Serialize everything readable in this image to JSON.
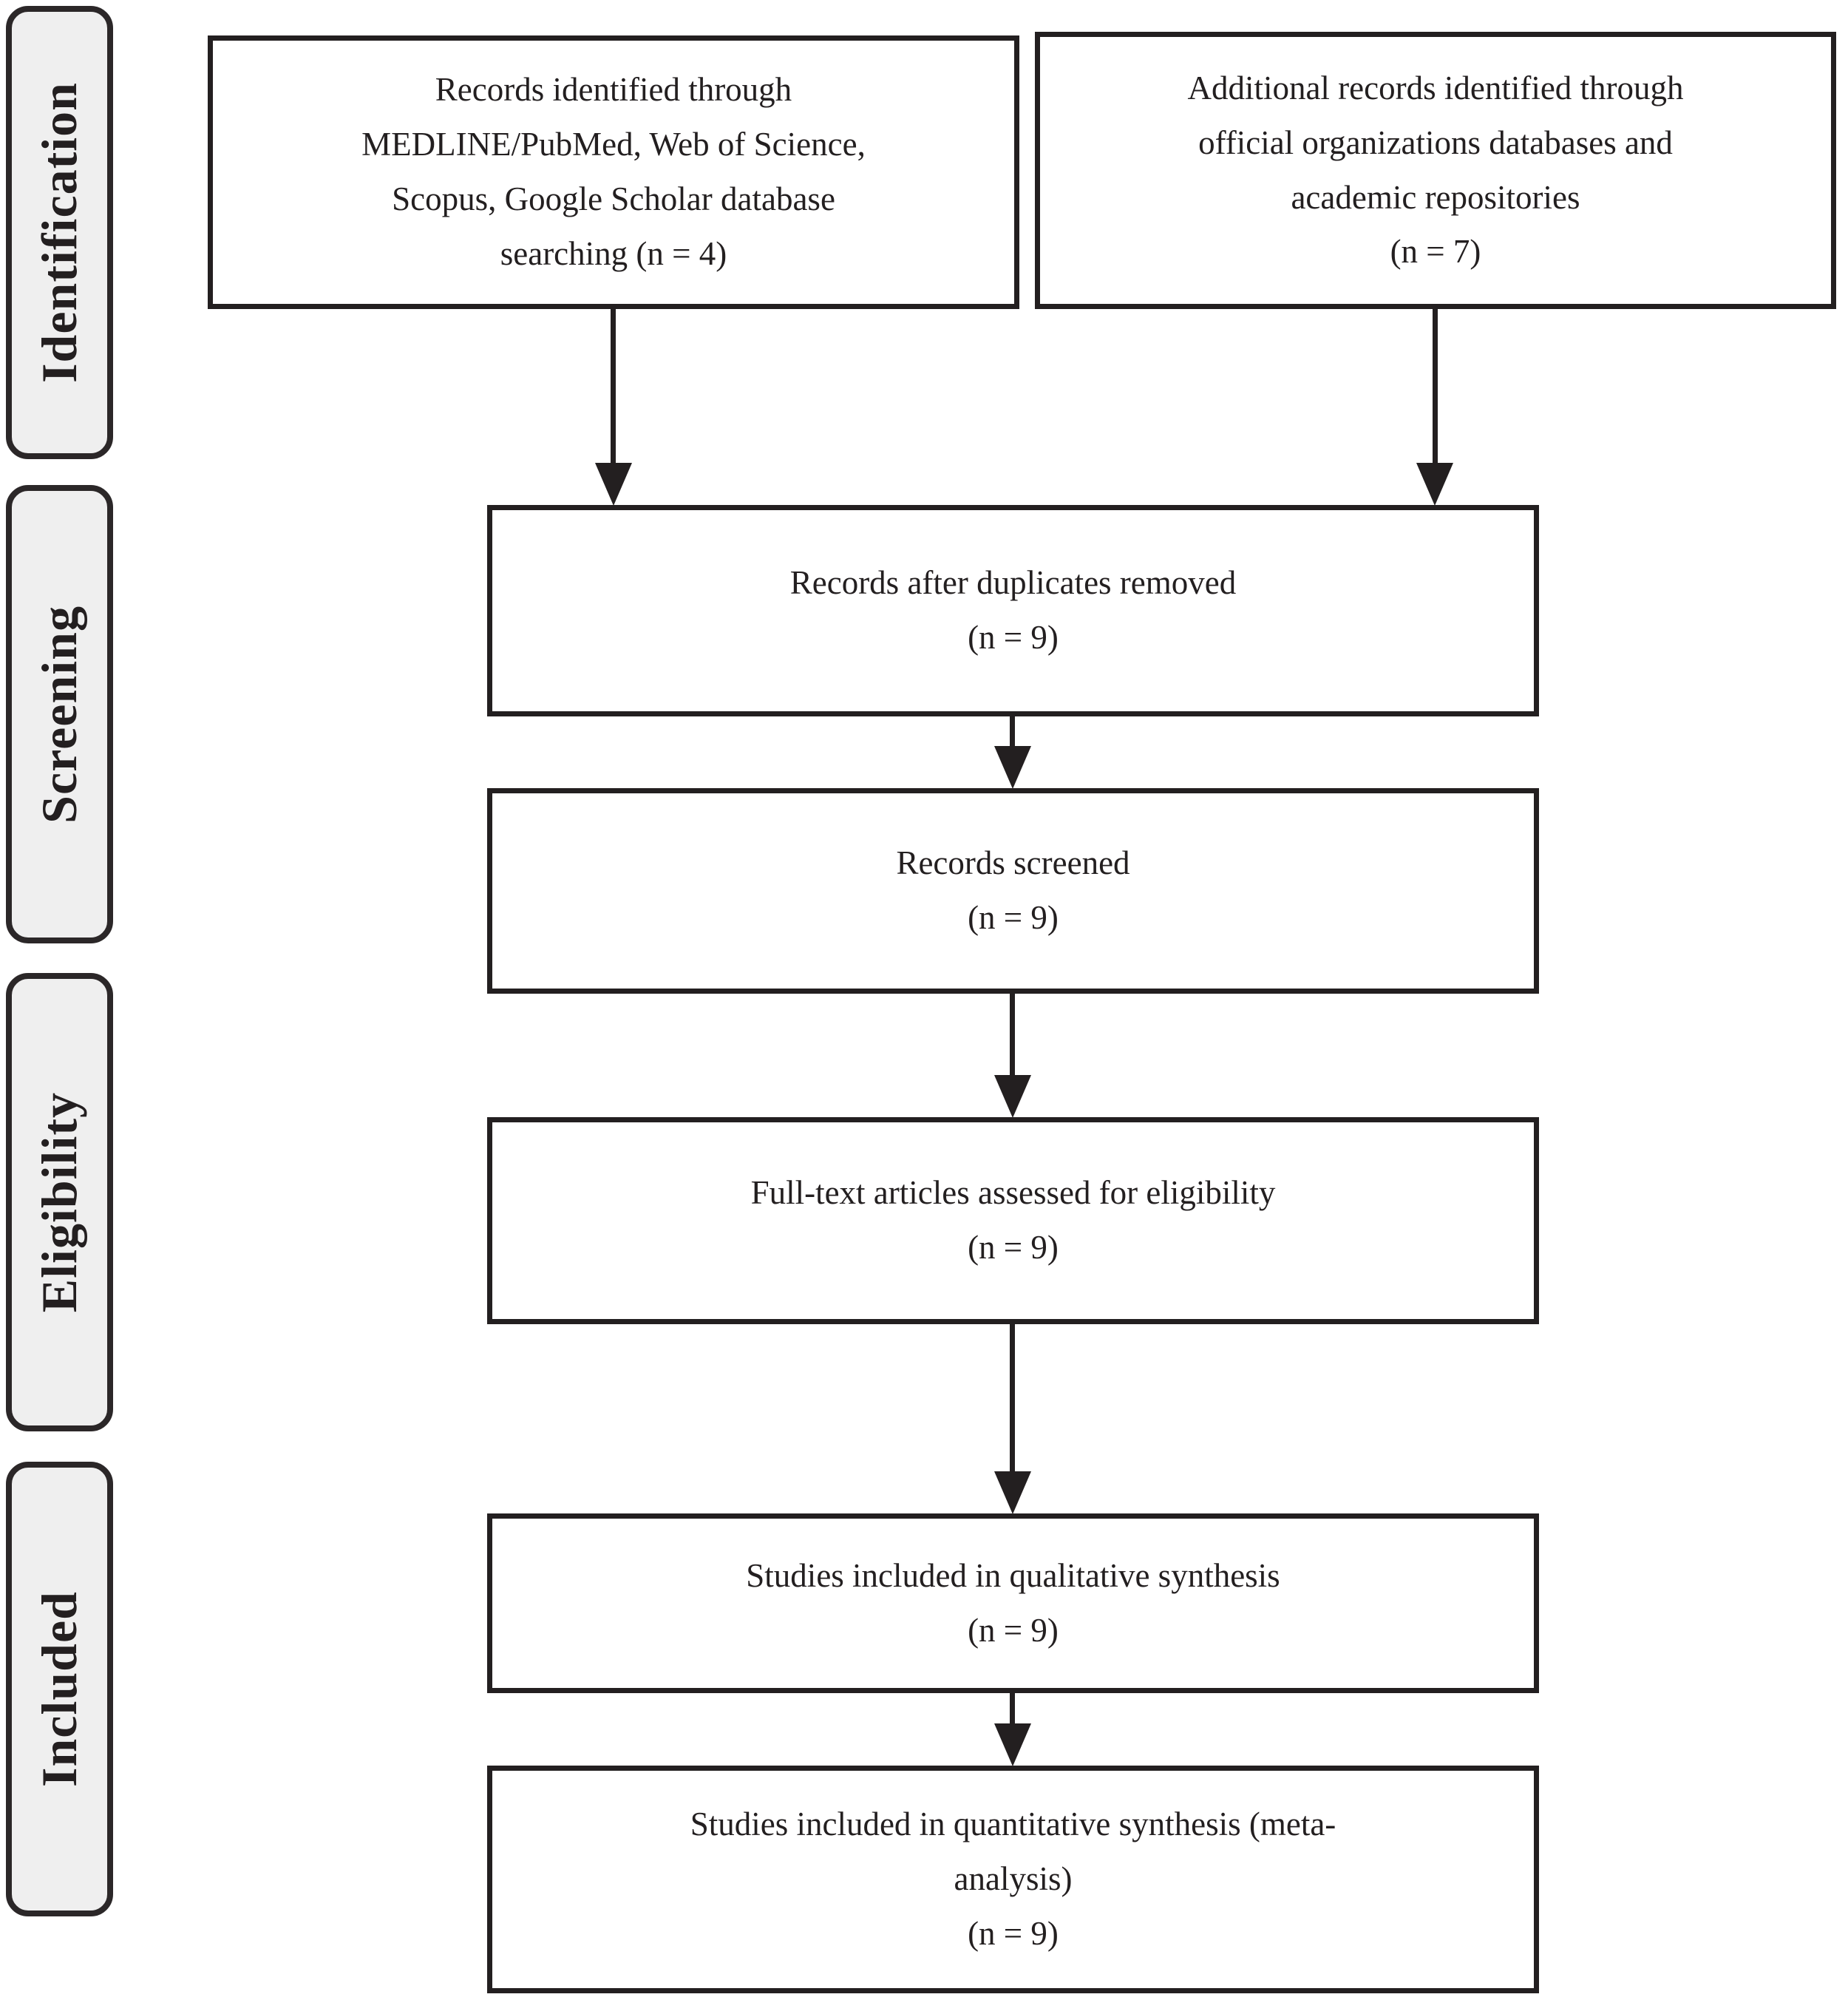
{
  "stages": {
    "identification": {
      "label": "Identification"
    },
    "screening": {
      "label": "Screening"
    },
    "eligibility": {
      "label": "Eligibility"
    },
    "included": {
      "label": "Included"
    }
  },
  "boxes": {
    "records_identified": {
      "n": 4,
      "lines": [
        "Records identified through",
        "MEDLINE/PubMed, Web of Science,",
        "Scopus, Google Scholar database",
        "searching (n = 4)"
      ]
    },
    "additional_records": {
      "n": 7,
      "lines": [
        "Additional records identified through",
        "official organizations databases and",
        "academic repositories",
        "(n = 7)"
      ]
    },
    "duplicates_removed": {
      "n": 9,
      "lines": [
        "Records after duplicates removed",
        "(n = 9)"
      ]
    },
    "records_screened": {
      "n": 9,
      "lines": [
        "Records screened",
        "(n = 9)"
      ]
    },
    "fulltext_assessed": {
      "n": 9,
      "lines": [
        "Full-text articles assessed for eligibility",
        "(n = 9)"
      ]
    },
    "qualitative_synthesis": {
      "n": 9,
      "lines": [
        "Studies included in qualitative synthesis",
        "(n = 9)"
      ]
    },
    "quantitative_synthesis": {
      "n": 9,
      "lines": [
        "Studies included in quantitative synthesis (meta-",
        "analysis)",
        "(n = 9)"
      ]
    }
  },
  "colors": {
    "ink": "#231f20",
    "stage_fill": "#efefef",
    "stage_border": "#2b2728",
    "box_fill": "#ffffff",
    "background": "#ffffff"
  }
}
